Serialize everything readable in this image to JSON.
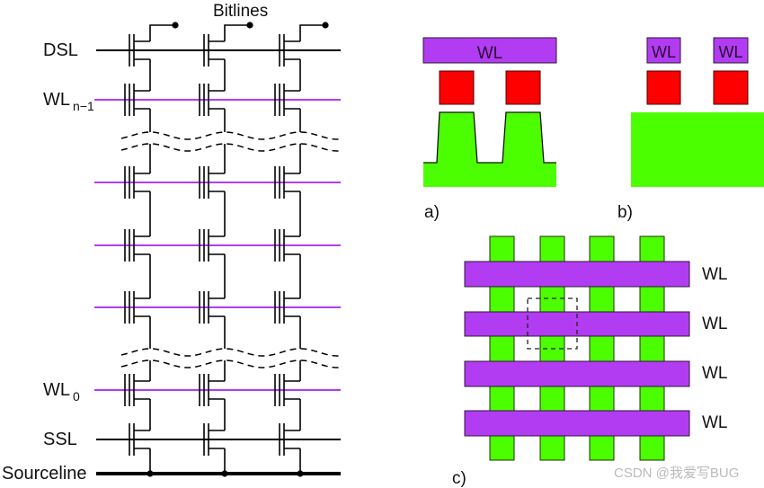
{
  "colors": {
    "wire": "#000000",
    "wordline": "#b23cf2",
    "wordline_fill": "#b23cf2",
    "active_area": "#4cff00",
    "floating_gate": "#ff0000",
    "outline": "#2b1a33",
    "watermark": "#bbbbbb"
  },
  "circuit": {
    "title": "Bitlines",
    "bitline_count": 3,
    "rows": [
      {
        "label": "DSL",
        "sub": "",
        "kind": "select"
      },
      {
        "label": "WL",
        "sub": "n−1",
        "kind": "cell"
      },
      {
        "label": "",
        "sub": "",
        "kind": "cell"
      },
      {
        "label": "",
        "sub": "",
        "kind": "cell"
      },
      {
        "label": "",
        "sub": "",
        "kind": "cell"
      },
      {
        "label": "WL",
        "sub": "0",
        "kind": "cell"
      },
      {
        "label": "SSL",
        "sub": "",
        "kind": "select"
      },
      {
        "label": "Sourceline",
        "sub": "",
        "kind": "source"
      }
    ],
    "break_after_rows": [
      1,
      4
    ]
  },
  "panels": {
    "a": {
      "label": "a)",
      "wl_label": "WL"
    },
    "b": {
      "label": "b)",
      "wl_labels": [
        "WL",
        "WL"
      ]
    },
    "c": {
      "label": "c)",
      "wl_labels": [
        "WL",
        "WL",
        "WL",
        "WL"
      ]
    }
  },
  "watermark": "CSDN @我爱写BUG"
}
